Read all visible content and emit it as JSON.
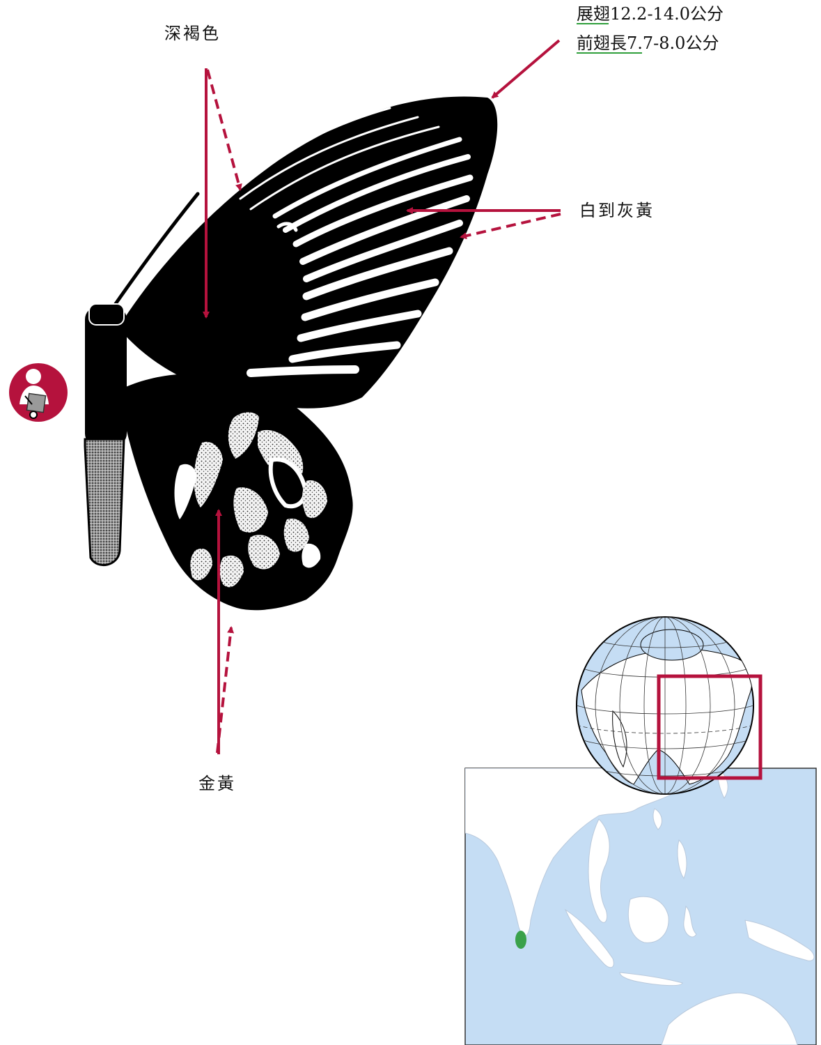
{
  "labels": {
    "dark_brown": "深褐色",
    "white_to_grayish_yellow": "白到灰黃",
    "golden_yellow": "金黃"
  },
  "wing_size": {
    "wingspan_term": "展翅",
    "wingspan_value": "12.2-14.0公分",
    "forewing_term": "前翅長",
    "forewing_value": "7.7-8.0公分"
  },
  "colors": {
    "accent": "#b5123d",
    "map_sea": "#c5ddf4",
    "range_mark": "#3aa14a",
    "underline": "#2e9e3a"
  },
  "icons": [
    "observer-icon",
    "globe-icon"
  ]
}
